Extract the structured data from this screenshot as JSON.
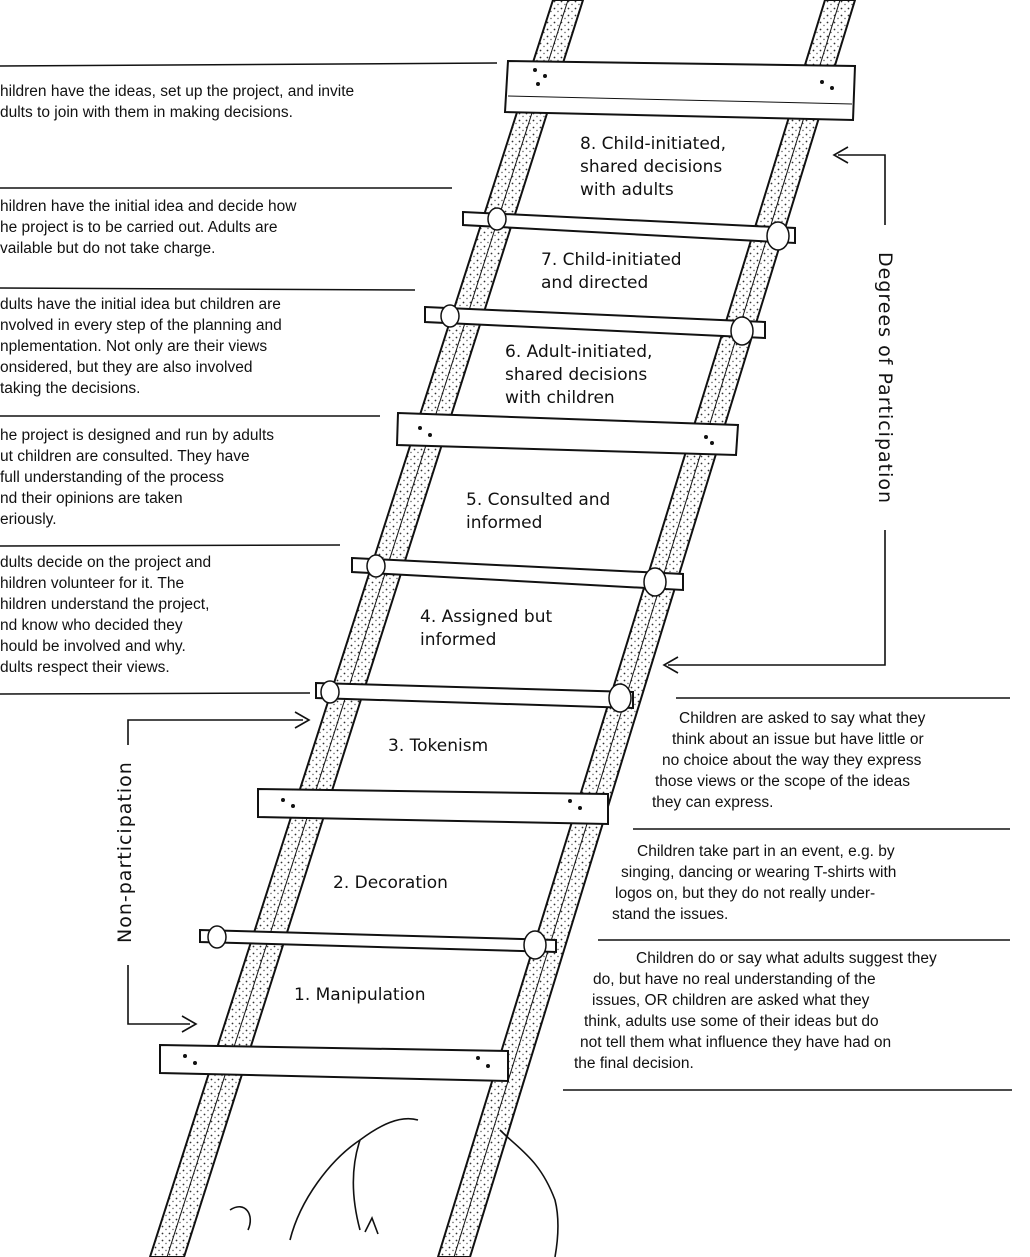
{
  "rungs": [
    {
      "id": 8,
      "lines": [
        "8. Child-initiated,",
        "shared decisions",
        "with adults"
      ]
    },
    {
      "id": 7,
      "lines": [
        "7. Child-initiated",
        "and directed"
      ]
    },
    {
      "id": 6,
      "lines": [
        "6. Adult-initiated,",
        "shared decisions",
        "with children"
      ]
    },
    {
      "id": 5,
      "lines": [
        "5. Consulted and",
        "informed"
      ]
    },
    {
      "id": 4,
      "lines": [
        "4. Assigned but",
        "informed"
      ]
    },
    {
      "id": 3,
      "lines": [
        "3. Tokenism"
      ]
    },
    {
      "id": 2,
      "lines": [
        "2. Decoration"
      ]
    },
    {
      "id": 1,
      "lines": [
        "1. Manipulation"
      ]
    }
  ],
  "descriptions": {
    "rung8": [
      "hildren have the ideas, set up the project, and invite",
      "dults to join with them in making decisions."
    ],
    "rung7": [
      "hildren have the initial idea and decide how",
      "he project is to be carried out. Adults are",
      "vailable but do not take charge."
    ],
    "rung6": [
      "dults have the initial idea but children are",
      "nvolved in every step of the planning and",
      "nplementation. Not only are their views",
      "onsidered, but they are also involved",
      "taking the decisions."
    ],
    "rung5": [
      "he project is designed and run by adults",
      "ut children are consulted. They have",
      "full understanding of the process",
      "nd their opinions are taken",
      "eriously."
    ],
    "rung4": [
      "dults decide on the project and",
      "hildren volunteer for it. The",
      "hildren understand the project,",
      "nd know who decided they",
      "hould be involved and why.",
      "dults respect their views."
    ],
    "rung3": [
      "Children are asked to say what they",
      "think about an issue but have little or",
      "no choice about the way they express",
      "those views or the scope of the ideas",
      "they can express."
    ],
    "rung2": [
      "Children take part in an event, e.g. by",
      "singing, dancing or wearing T-shirts with",
      "logos on, but they do not really under-",
      "stand the issues."
    ],
    "rung1": [
      "Children do or say what adults suggest they",
      "do, but have no real understanding of the",
      "issues, OR children are asked what they",
      "think, adults use some of their ideas but do",
      "not tell them what influence they have had on",
      "the final decision."
    ]
  },
  "axis": {
    "participation": "Degrees of Participation",
    "non_participation": "Non-participation"
  }
}
